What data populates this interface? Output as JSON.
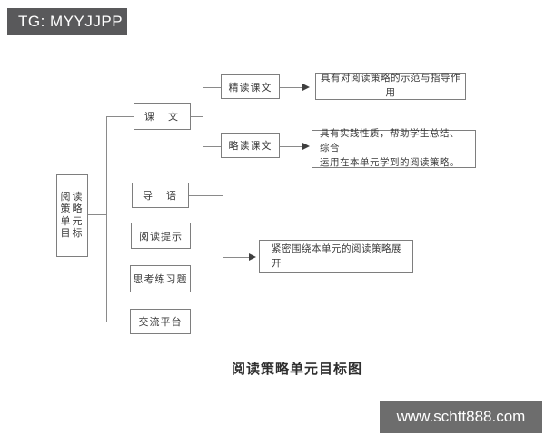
{
  "overlays": {
    "top_left_label": "TG: MYYJJPP",
    "bottom_right_watermark": "www.schtt888.com"
  },
  "caption": "阅读策略单元目标图",
  "diagram": {
    "root": {
      "full_label": "阅读策略单元目标",
      "line1": "阅读",
      "line2": "策略",
      "line3": "单元",
      "line4": "目标"
    },
    "branches": {
      "kewen": "课　文",
      "daoyu": "导　语",
      "yuedu_tishi": "阅读提示",
      "sikao_lianxiti": "思考练习题",
      "jiaoliu_pingtai": "交流平台"
    },
    "kewen_children": {
      "jingdu_kewen": "精读课文",
      "lvedu_kewen": "略读课文"
    },
    "annotations": {
      "jingdu_note": "具有对阅读策略的示范与指导作用",
      "lvedu_note_line1": "具有实践性质，帮助学生总结、综合",
      "lvedu_note_line2": "运用在本单元学到的阅读策略。",
      "combined_note": "紧密围绕本单元的阅读策略展开"
    }
  },
  "colors": {
    "line": "#8a8a8a",
    "box_border": "#7e7e7e",
    "text": "#3a3a3a",
    "overlay_bg_top": "#59595b",
    "overlay_bg_bottom": "#6d6d6d",
    "background": "#ffffff"
  }
}
